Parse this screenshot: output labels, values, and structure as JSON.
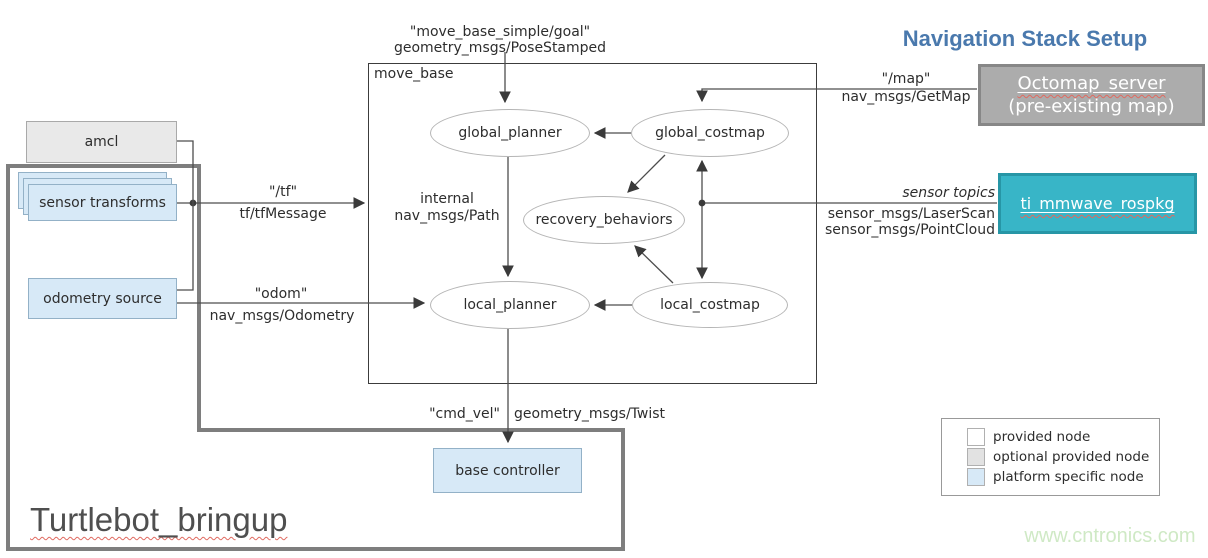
{
  "title": "Navigation Stack Setup",
  "watermark": "www.cntronics.com",
  "nodes": {
    "move_base": "move_base",
    "amcl": "amcl",
    "sensor_transforms": "sensor transforms",
    "odometry_source": "odometry source",
    "base_controller": "base controller",
    "octomap_server_line1": "Octomap_server",
    "octomap_server_line2": "(pre-existing  map)",
    "ti_mmwave": "ti_mmwave_rospkg",
    "turtlebot_bringup": "Turtlebot_bringup",
    "global_planner": "global_planner",
    "global_costmap": "global_costmap",
    "recovery_behaviors": "recovery_behaviors",
    "local_planner": "local_planner",
    "local_costmap": "local_costmap"
  },
  "edge_labels": {
    "goal_topic": "\"move_base_simple/goal\"",
    "goal_type": "geometry_msgs/PoseStamped",
    "map_topic": "\"/map\"",
    "map_type": "nav_msgs/GetMap",
    "tf_topic": "\"/tf\"",
    "tf_type": "tf/tfMessage",
    "internal_line1": "internal",
    "internal_line2": "nav_msgs/Path",
    "sensor_topics": "sensor topics",
    "sensor_type_laser": "sensor_msgs/LaserScan",
    "sensor_type_cloud": "sensor_msgs/PointCloud",
    "odom_topic": "\"odom\"",
    "odom_type": "nav_msgs/Odometry",
    "cmd_vel_topic": "\"cmd_vel\"",
    "cmd_vel_type": "geometry_msgs/Twist"
  },
  "legend": {
    "items": [
      {
        "label": "provided node",
        "color": "#ffffff"
      },
      {
        "label": "optional provided node",
        "color": "#e2e2e2"
      },
      {
        "label": "platform specific node",
        "color": "#d7e9f7"
      }
    ]
  },
  "colors": {
    "title_blue": "#4a79ad",
    "teal_node_fill": "#38b5c7",
    "teal_node_border": "#2796a6",
    "gray_node_fill": "#acacac",
    "gray_node_border": "#878787",
    "optional_node_fill": "#e9e9e9",
    "platform_node_fill": "#d7e9f7",
    "container_border": "#7e7e7e",
    "line_color": "#4d4d4d",
    "watermark_green": "#cfe9c5",
    "squiggle_red": "#e06a60"
  }
}
